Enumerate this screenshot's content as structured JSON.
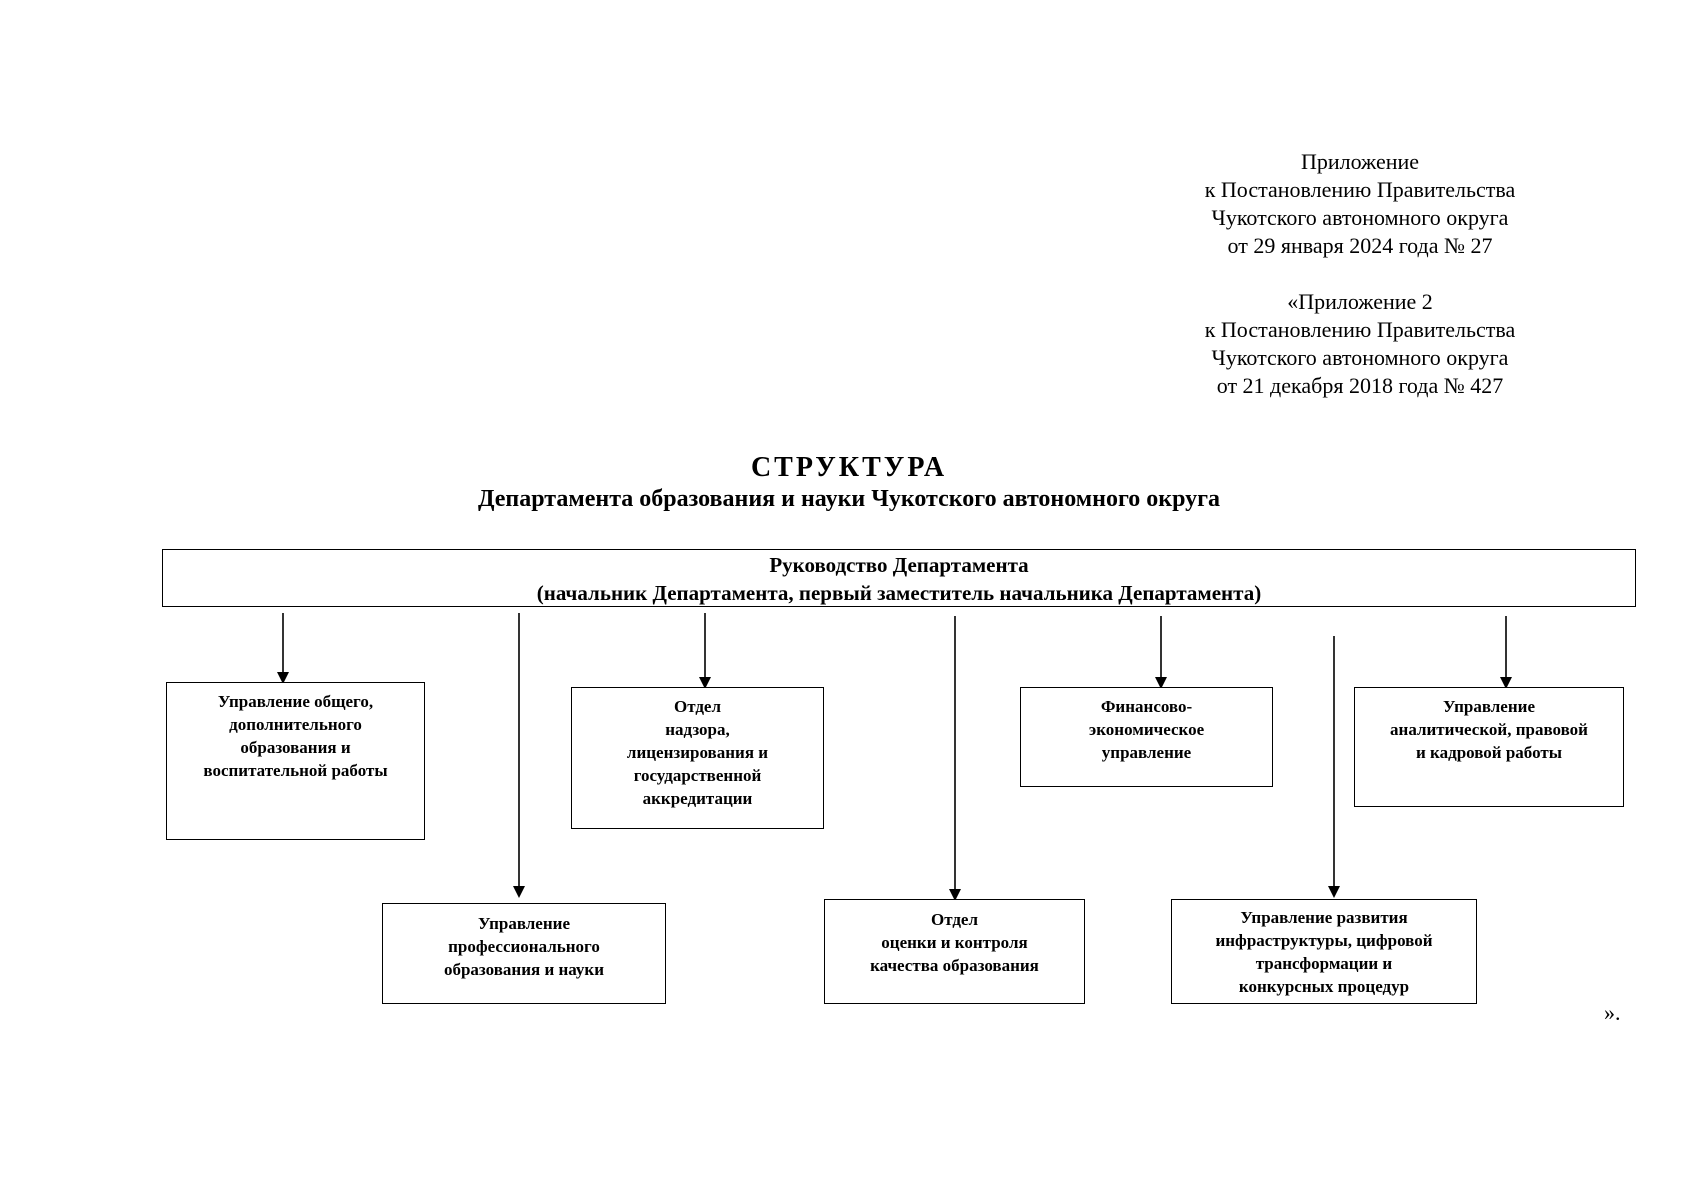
{
  "approval_1": {
    "line1": "Приложение",
    "line2": "к Постановлению Правительства",
    "line3": "Чукотского автономного округа",
    "line4": "от 29 января 2024 года № 27"
  },
  "approval_2": {
    "line1": "«Приложение 2",
    "line2": "к Постановлению Правительства",
    "line3": "Чукотского автономного округа",
    "line4": "от 21 декабря 2018 года № 427"
  },
  "title": "СТРУКТУРА",
  "subtitle": "Департамента образования и науки Чукотского автономного округа",
  "head_box": {
    "line1": "Руководство Департамента",
    "line2": "(начальник Департамента, первый заместитель начальника Департамента)"
  },
  "units": {
    "general": [
      "Управление общего,",
      "дополнительного",
      "образования и",
      "воспитательной работы"
    ],
    "oversight": [
      "Отдел",
      "надзора,",
      "лицензирования и",
      "государственной",
      "аккредитации"
    ],
    "finance": [
      "Финансово-",
      "экономическое",
      "управление"
    ],
    "analytic": [
      "Управление",
      "аналитической, правовой",
      "и кадровой работы"
    ],
    "prof": [
      "Управление",
      "профессионального",
      "образования и науки"
    ],
    "quality": [
      "Отдел",
      "оценки и контроля",
      "качества образования"
    ],
    "infra": [
      "Управление развития",
      "инфраструктуры, цифровой",
      "трансформации и",
      "конкурсных процедур"
    ]
  },
  "closing": "»."
}
